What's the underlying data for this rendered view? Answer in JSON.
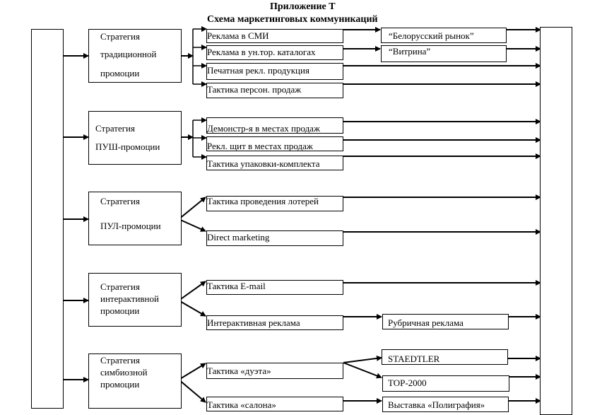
{
  "header": {
    "appendix": "Приложение Т",
    "title": "Схема маркетинговых коммуникаций"
  },
  "strategies": [
    {
      "lines": [
        "Стратегия",
        "традиционной",
        "промоции"
      ]
    },
    {
      "lines": [
        "Стратегия",
        "ПУШ-промоции"
      ]
    },
    {
      "lines": [
        "Стратегия",
        "ПУЛ-промоции"
      ]
    },
    {
      "lines": [
        "Стратегия",
        "интерактивной",
        "промоции"
      ]
    },
    {
      "lines": [
        "Стратегия",
        "симбиозной",
        "промоции"
      ]
    }
  ],
  "tactics": [
    "Реклама в СМИ",
    "Реклама в ун.тор. каталогах",
    "Печатная рекл. продукция",
    "Тактика персон. продаж",
    "Демонстр-я в местах продаж",
    "Рекл. щит в местах продаж",
    "Тактика упаковки-комплекта",
    "Тактика проведения лотерей",
    "Direct marketing",
    "Тактика E-mail",
    "Интерактивная реклама",
    "Тактика «дуэта»",
    "Тактика «салона»"
  ],
  "targets": [
    "“Белорусский рынок”",
    "“Витрина”",
    "Рубричная реклама",
    "STAEDTLER",
    "TOP-2000",
    "Выставка «Полиграфия»"
  ]
}
